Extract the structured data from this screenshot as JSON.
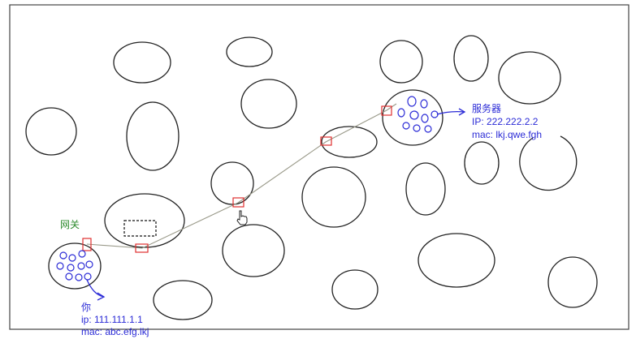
{
  "colors": {
    "frame": "#444444",
    "ellipse_stroke": "#222222",
    "route_line": "#9a9a8a",
    "hop_marker": "#e03030",
    "host_blob": "#2b2bd6",
    "local_label": "#2b2bd6",
    "gateway_label": "#2e8b2e",
    "server_label": "#2b2bd6"
  },
  "labels": {
    "gateway": "网关",
    "local_name": "你",
    "local_ip": "ip: 111.111.1.1",
    "local_mac": "mac: abc.efg.lkj",
    "server_name": "服务器",
    "server_ip": "IP: 222.222.2.2",
    "server_mac": "mac: lkj.qwe.fgh"
  },
  "icons": {
    "cursor": "hand-pointer-icon"
  }
}
